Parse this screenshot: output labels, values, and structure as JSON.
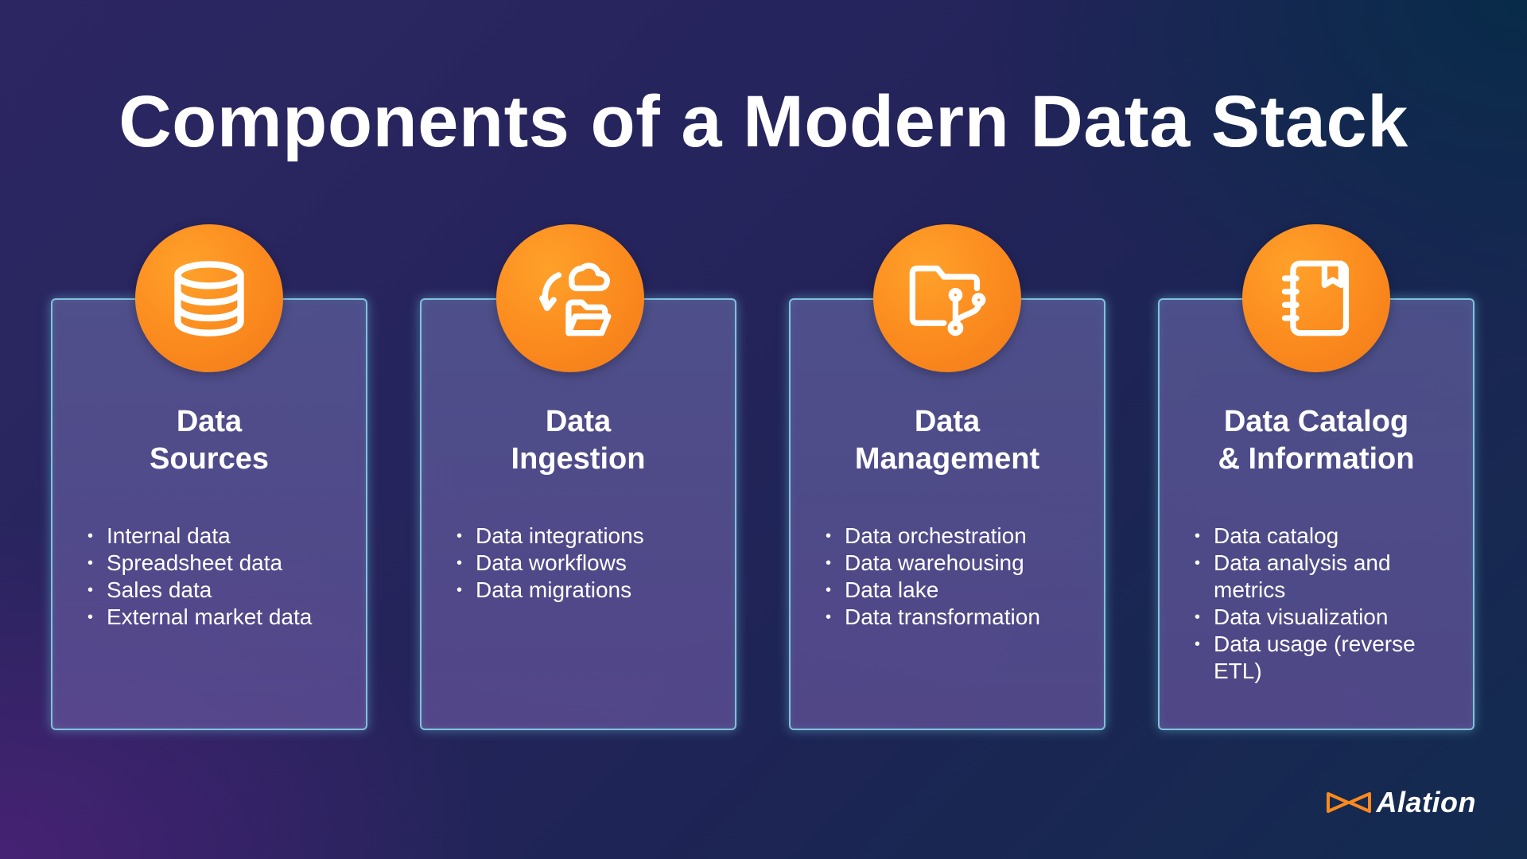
{
  "title": "Components of a Modern Data Stack",
  "colors": {
    "accent": "#fb8a1e",
    "card_border": "#8cd7eb",
    "text": "#ffffff"
  },
  "cards": [
    {
      "icon": "database-icon",
      "heading_line1": "Data",
      "heading_line2": "Sources",
      "items": [
        "Internal data",
        "Spreadsheet data",
        "Sales data",
        "External market data"
      ]
    },
    {
      "icon": "cloud-sync-folder-icon",
      "heading_line1": "Data",
      "heading_line2": "Ingestion",
      "items": [
        "Data integrations",
        "Data workflows",
        "Data migrations"
      ]
    },
    {
      "icon": "folder-branch-icon",
      "heading_line1": "Data",
      "heading_line2": "Management",
      "items": [
        "Data orchestration",
        "Data warehousing",
        "Data lake",
        "Data transformation"
      ]
    },
    {
      "icon": "notebook-icon",
      "heading_line1": "Data Catalog",
      "heading_line2": "& Information",
      "items": [
        "Data catalog",
        "Data analysis and metrics",
        "Data visualization",
        "Data usage (reverse ETL)"
      ]
    }
  ],
  "logo": {
    "text": "Alation",
    "icon": "alation-logo-icon"
  }
}
